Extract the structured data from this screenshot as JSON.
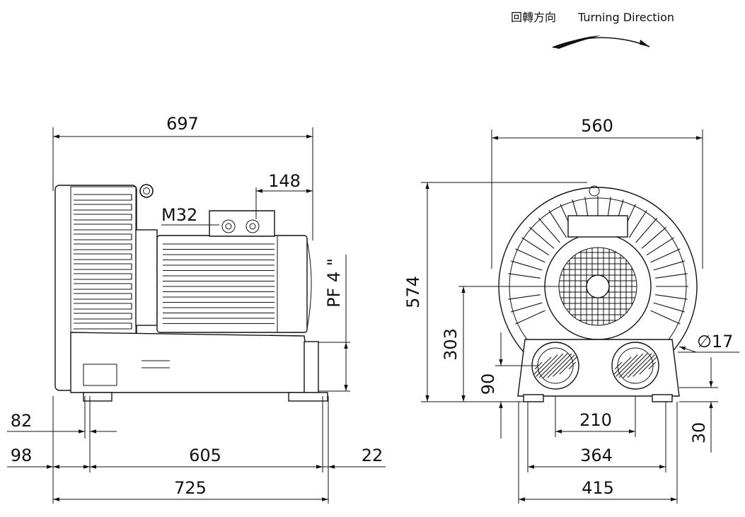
{
  "header": {
    "turning_direction_zh": "回轉方向",
    "turning_direction_en": "Turning Direction"
  },
  "side_view": {
    "overall_length": "697",
    "port_offset": "148",
    "cable_gland": "M32",
    "port_size": "PF 4 \"",
    "dim_82": "82",
    "dim_98": "98",
    "dim_605": "605",
    "dim_22": "22",
    "dim_725": "725"
  },
  "front_view": {
    "width": "560",
    "height": "574",
    "axis_height": "303",
    "port_height": "90",
    "hole_diameter": "∅17",
    "dim_30": "30",
    "dim_210": "210",
    "dim_364": "364",
    "dim_415": "415"
  },
  "colors": {
    "line": "#111111",
    "background": "#ffffff"
  }
}
